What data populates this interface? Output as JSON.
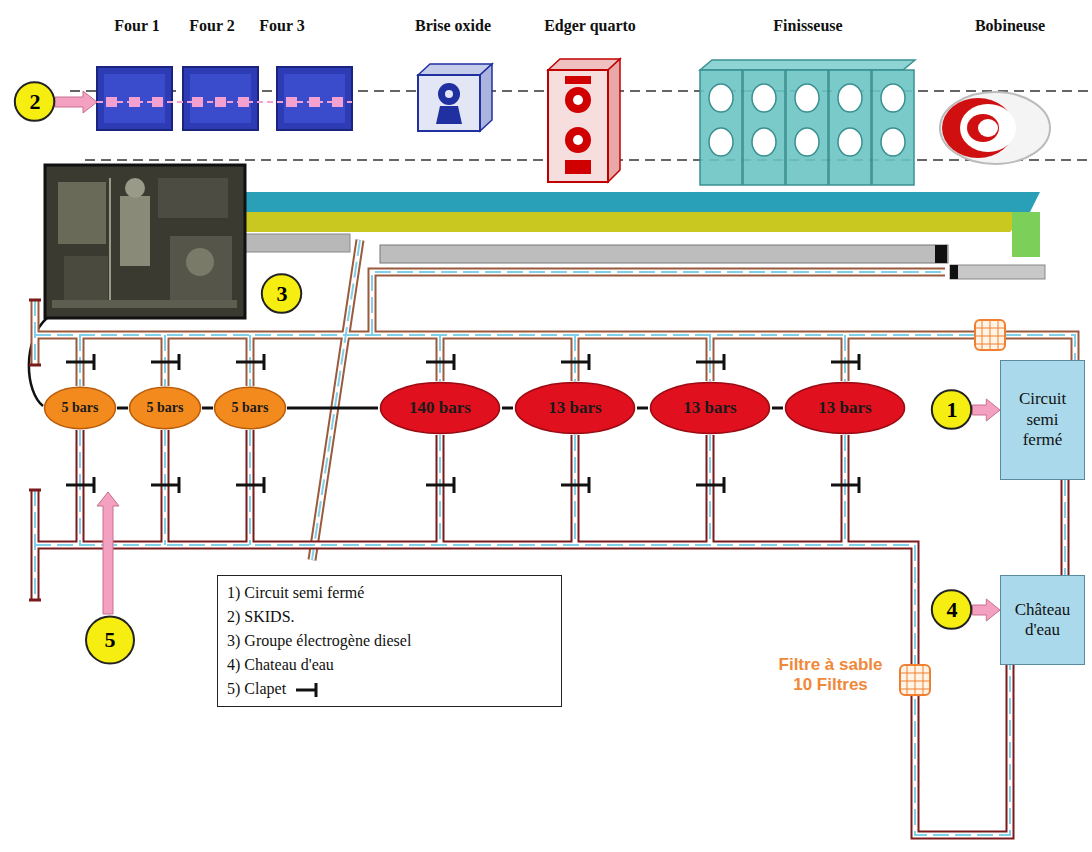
{
  "diagram": {
    "nodes": [
      {
        "text": [
          "2"
        ]
      },
      {
        "text": [
          "3"
        ]
      },
      {
        "text": [
          "5 bars"
        ]
      },
      {
        "text": [
          "5 bars"
        ]
      },
      {
        "text": [
          "5 bars"
        ]
      },
      {
        "text": [
          "140 bars"
        ]
      },
      {
        "text": [
          "13 bars"
        ]
      },
      {
        "text": [
          "13 bars"
        ]
      },
      {
        "text": [
          "13 bars"
        ]
      },
      {
        "text": [
          "1"
        ]
      },
      {
        "text": [
          "Circuit semi fermé"
        ]
      },
      {
        "text": [
          "4"
        ]
      },
      {
        "text": [
          "Château d'eau"
        ]
      },
      {
        "text": [
          "5"
        ]
      }
    ],
    "edges": [
      {
        "from": 2,
        "to": 3,
        "arrow": "none"
      },
      {
        "from": 3,
        "to": 4,
        "arrow": "none"
      },
      {
        "from": 4,
        "to": 5,
        "arrow": "none"
      },
      {
        "from": 5,
        "to": 6,
        "arrow": "none"
      },
      {
        "from": 6,
        "to": 7,
        "arrow": "none"
      },
      {
        "from": 7,
        "to": 8,
        "arrow": "none"
      },
      {
        "from": 9,
        "to": 10,
        "arrow": "to"
      },
      {
        "from": 11,
        "to": 12,
        "arrow": "to"
      }
    ],
    "labels": [
      "Four 1",
      "Four 2",
      "Four 3",
      "Brise oxide",
      "Edger quarto",
      "Finisseuse",
      "Bobineuse",
      "Filtre à sable 10 Filtres"
    ],
    "legend": [
      {
        "text": "1) Circuit semi fermé"
      },
      {
        "text": "2) SKIDS."
      },
      {
        "text": "3) Groupe électrogène diesel"
      },
      {
        "text": "4) Chateau d'eau"
      },
      {
        "text": "5) Clapet"
      }
    ]
  }
}
